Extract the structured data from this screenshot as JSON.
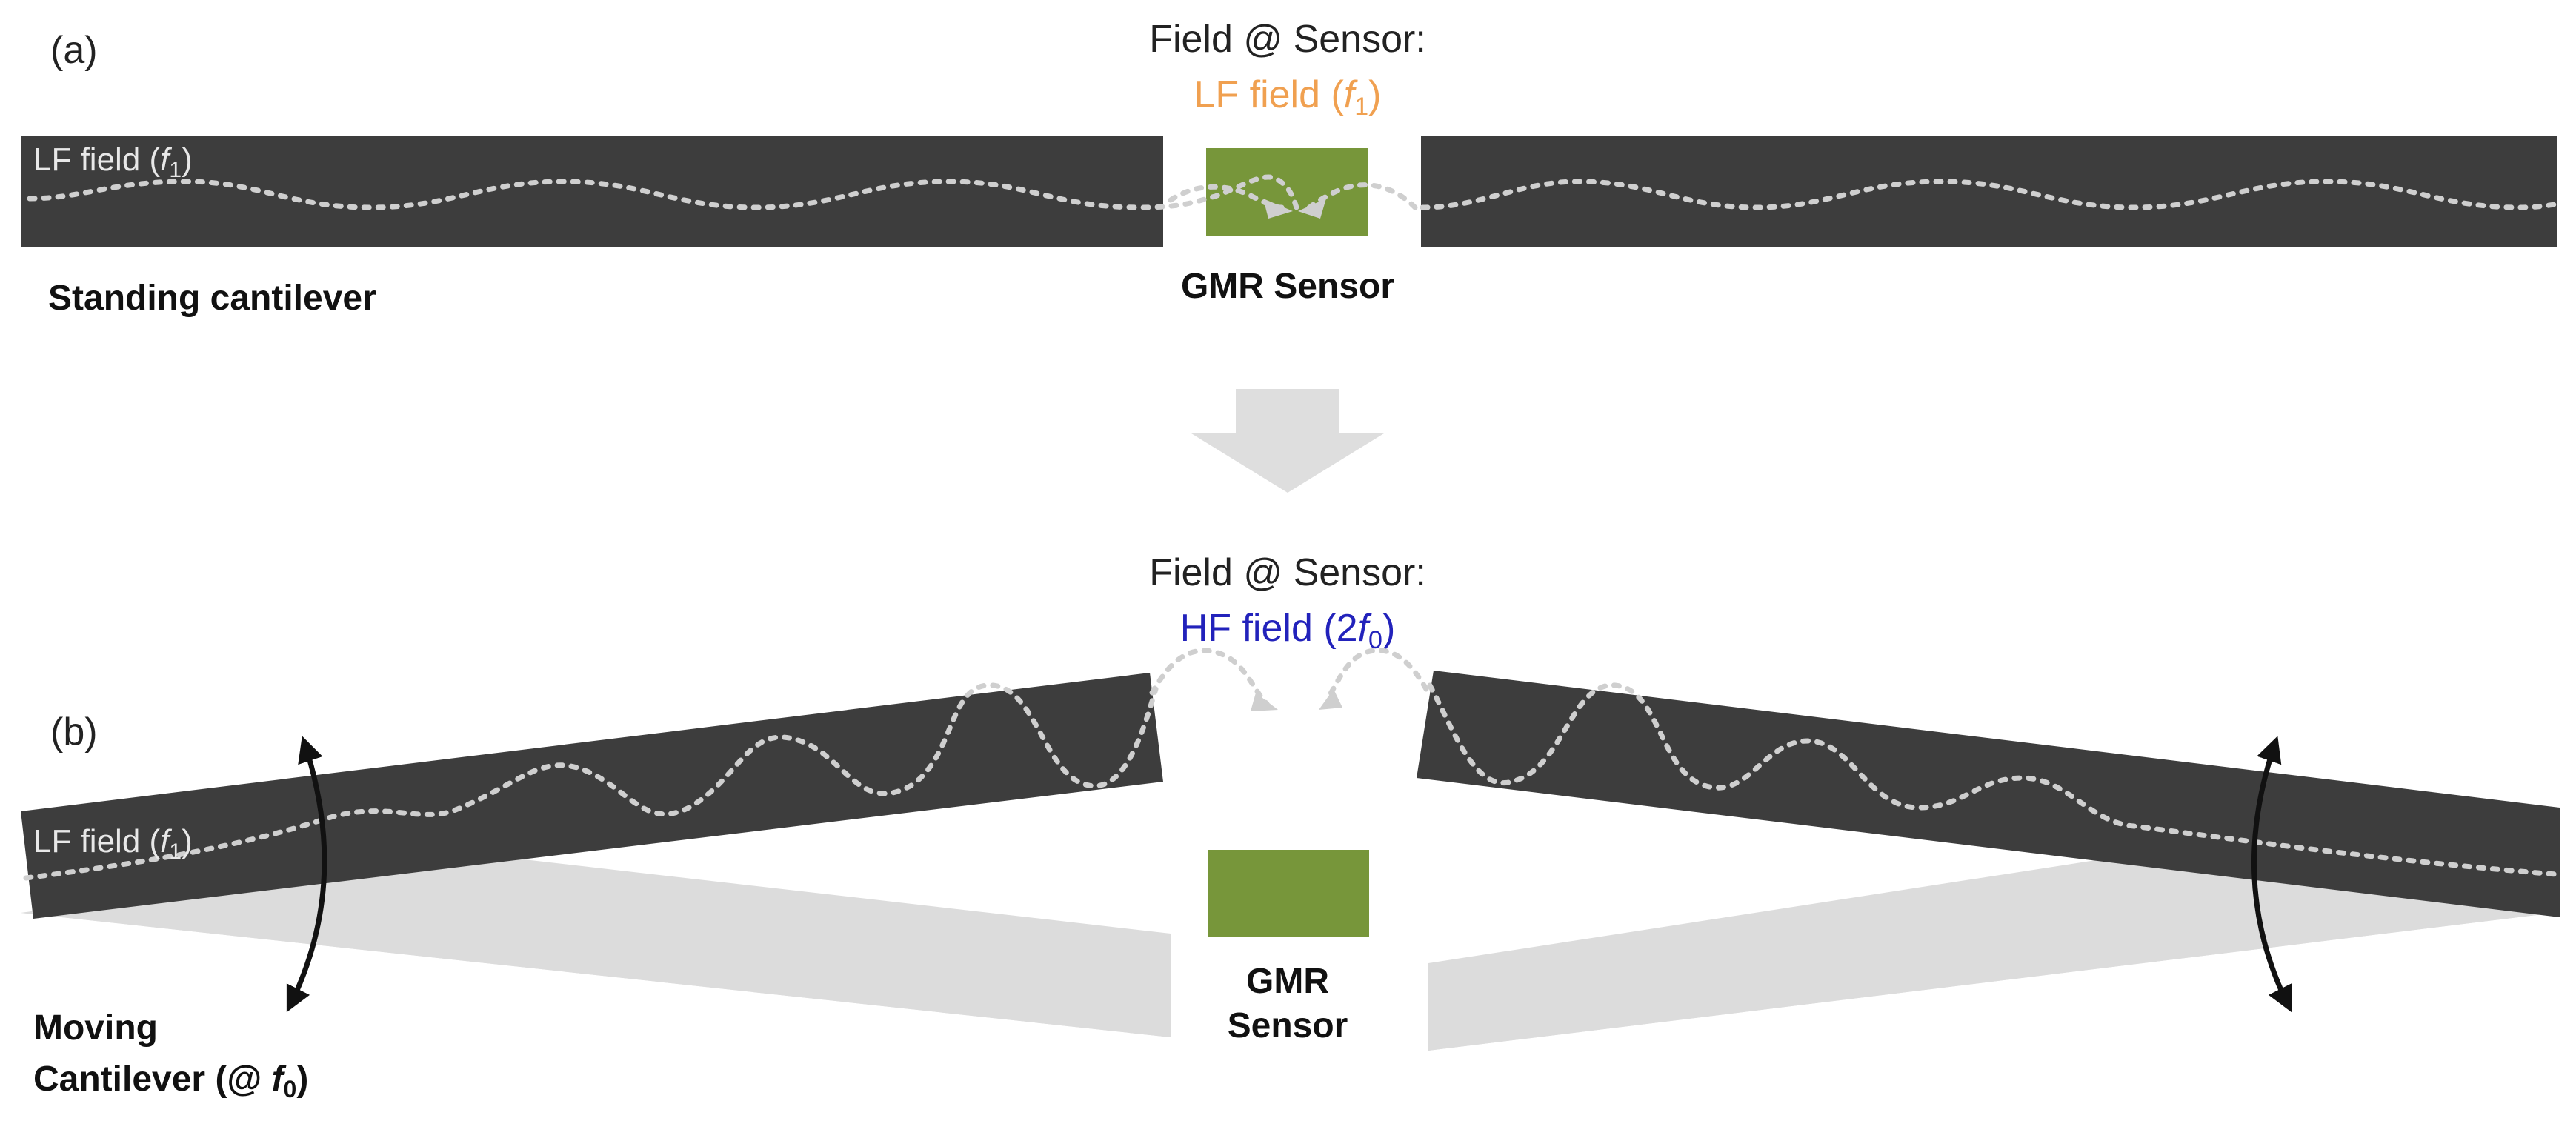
{
  "colors": {
    "cantilever": "#3d3d3d",
    "ghost": "#dcdcdc",
    "sensor": "#77963a",
    "lf_accent": "#f0a050",
    "hf_accent": "#2222bb",
    "arrow": "#dedede"
  },
  "panel_a": {
    "tag": "(a)",
    "field_title": "Field @ Sensor:",
    "field_value_prefix": "LF field (",
    "field_value_var": "f",
    "field_value_sub": "1",
    "field_value_suffix": ")",
    "bar_label_prefix": "LF field (",
    "bar_label_var": "f",
    "bar_label_sub": "1",
    "bar_label_suffix": ")",
    "sensor_label": "GMR Sensor",
    "caption": "Standing cantilever"
  },
  "panel_b": {
    "tag": "(b)",
    "field_title": "Field @ Sensor:",
    "field_value_prefix": "HF field (2",
    "field_value_var": "f",
    "field_value_sub": "0",
    "field_value_suffix": ")",
    "bar_label_prefix": "LF field (",
    "bar_label_var": "f",
    "bar_label_sub": "1",
    "bar_label_suffix": ")",
    "sensor_label_line1": "GMR",
    "sensor_label_line2": "Sensor",
    "caption_line1": "Moving",
    "caption_line2_prefix": "Cantilever (@ ",
    "caption_line2_var": "f",
    "caption_line2_sub": "0",
    "caption_line2_suffix": ")"
  },
  "transition_arrow_icon": "down-arrow-icon",
  "motion_arrow_icon": "double-arrow-icon"
}
